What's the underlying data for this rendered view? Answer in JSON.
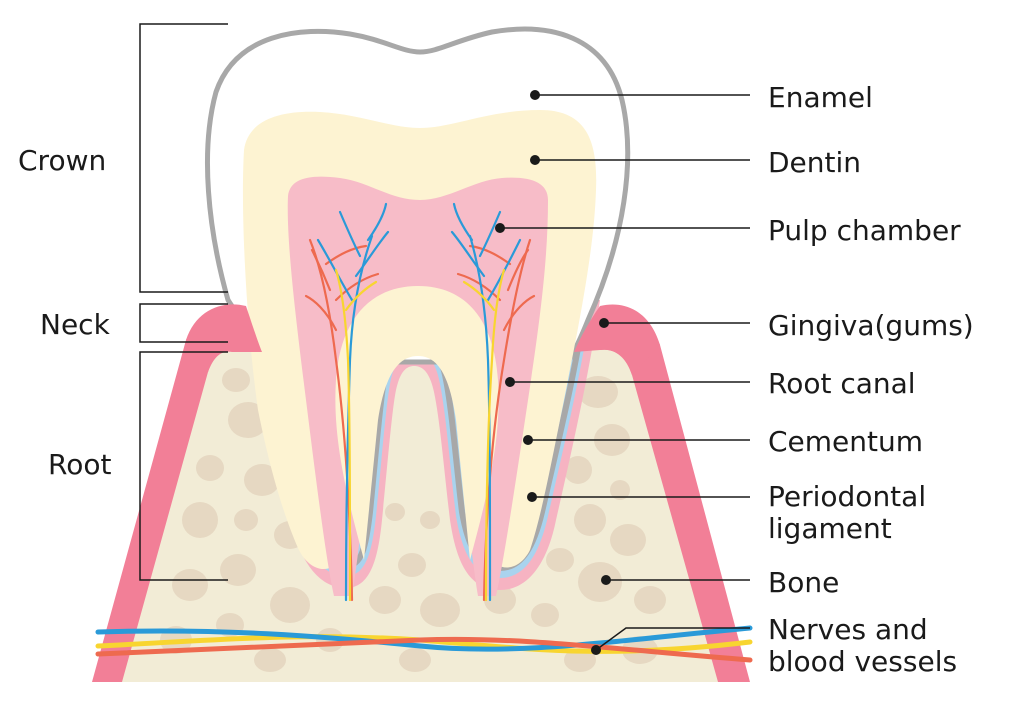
{
  "diagram": {
    "side_labels": {
      "crown": "Crown",
      "neck": "Neck",
      "root": "Root"
    },
    "callouts": {
      "enamel": "Enamel",
      "dentin": "Dentin",
      "pulp_chamber": "Pulp chamber",
      "gingiva": "Gingiva(gums)",
      "root_canal": "Root canal",
      "cementum": "Cementum",
      "periodontal_line1": "Periodontal",
      "periodontal_line2": "ligament",
      "bone": "Bone",
      "nerves_line1": "Nerves and",
      "nerves_line2": "blood vessels"
    },
    "colors": {
      "enamel": "#ffffff",
      "enamel_outline": "#a8a8a8",
      "dentin": "#fdf3d2",
      "pulp": "#f7bcc8",
      "gingiva": "#f27f97",
      "bone": "#f2ecd6",
      "bone_spots": "#e6d8c2",
      "cementum": "#a9d3ee",
      "ligament": "#f6b3c2",
      "nerve_blue": "#2a9ad8",
      "vessel_red": "#ee6a4f",
      "nerve_yellow": "#f8d530"
    }
  }
}
